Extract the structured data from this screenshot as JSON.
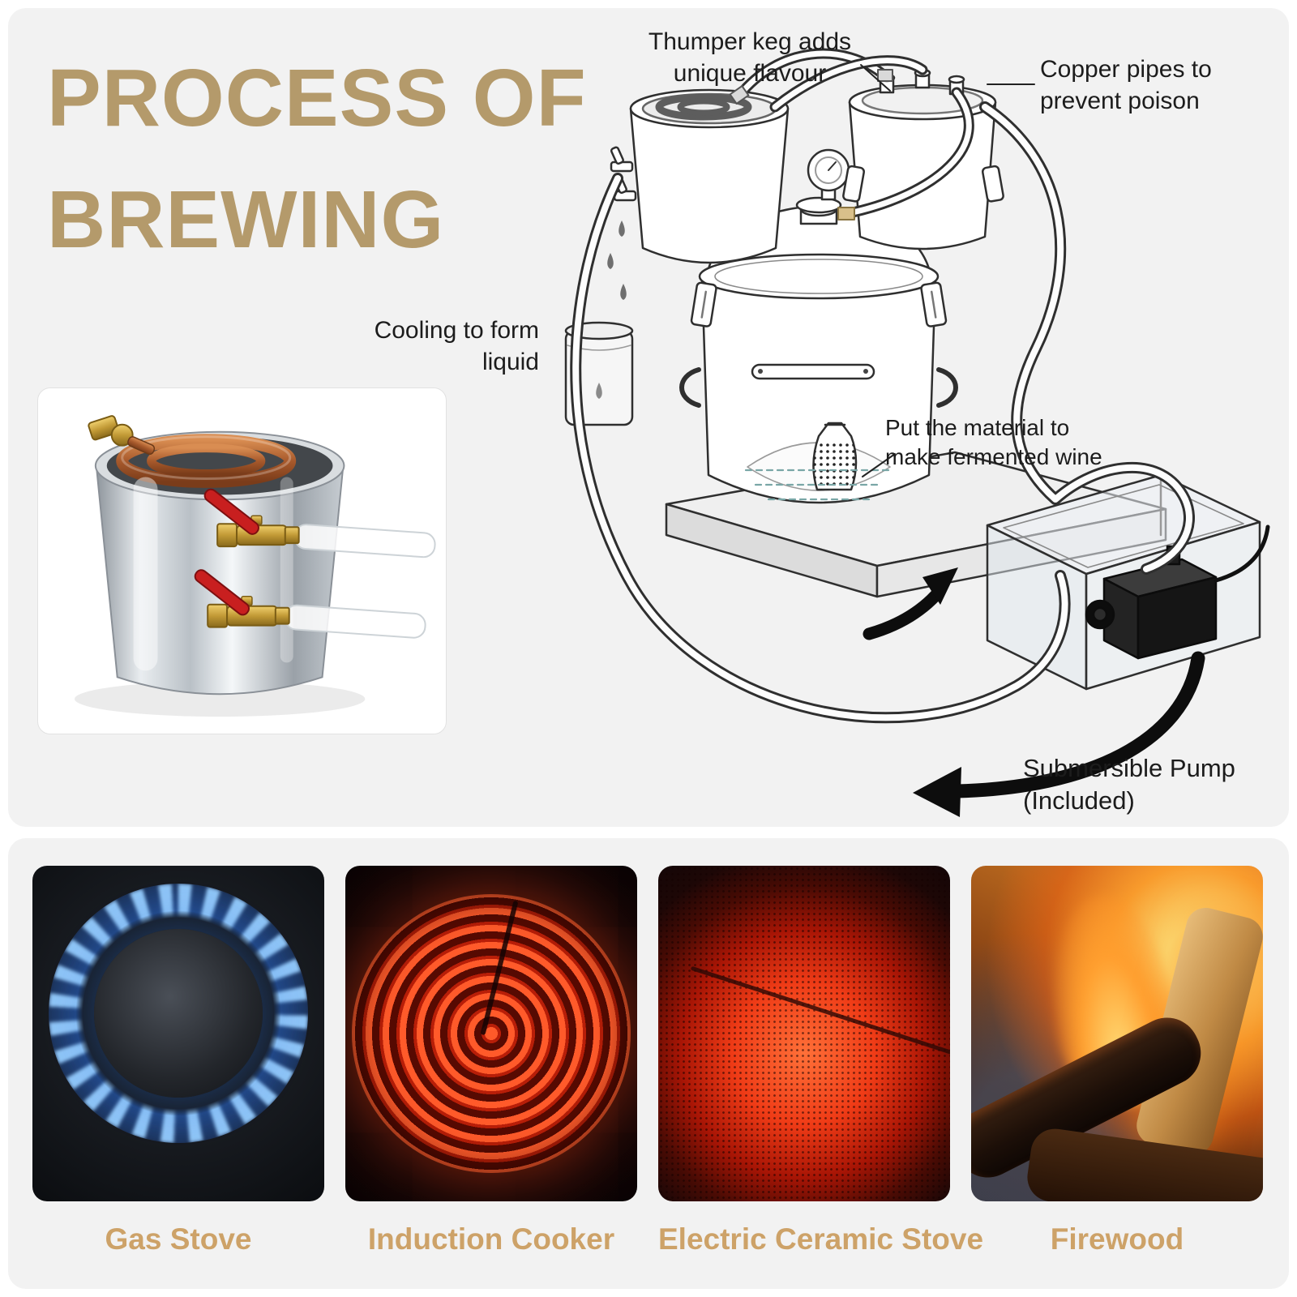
{
  "colors": {
    "accent": "#b49a6b",
    "label": "#cda268",
    "ink": "#1c1c1c",
    "panel": "#f2f2f2"
  },
  "header": {
    "title_line1": "PROCESS OF",
    "title_line2": "BREWING"
  },
  "annotations": {
    "thumper": "Thumper keg adds\nunique flavour",
    "copper_pipes": "Copper pipes to\nprevent poison",
    "cooling": "Cooling to form\nliquid",
    "material": "Put the material to\nmake fermented wine",
    "pump": "Submersible Pump\n(Included)"
  },
  "heat_sources": {
    "items": [
      {
        "label": "Gas Stove"
      },
      {
        "label": "Induction Cooker"
      },
      {
        "label": "Electric Ceramic Stove"
      },
      {
        "label": "Firewood"
      }
    ]
  }
}
